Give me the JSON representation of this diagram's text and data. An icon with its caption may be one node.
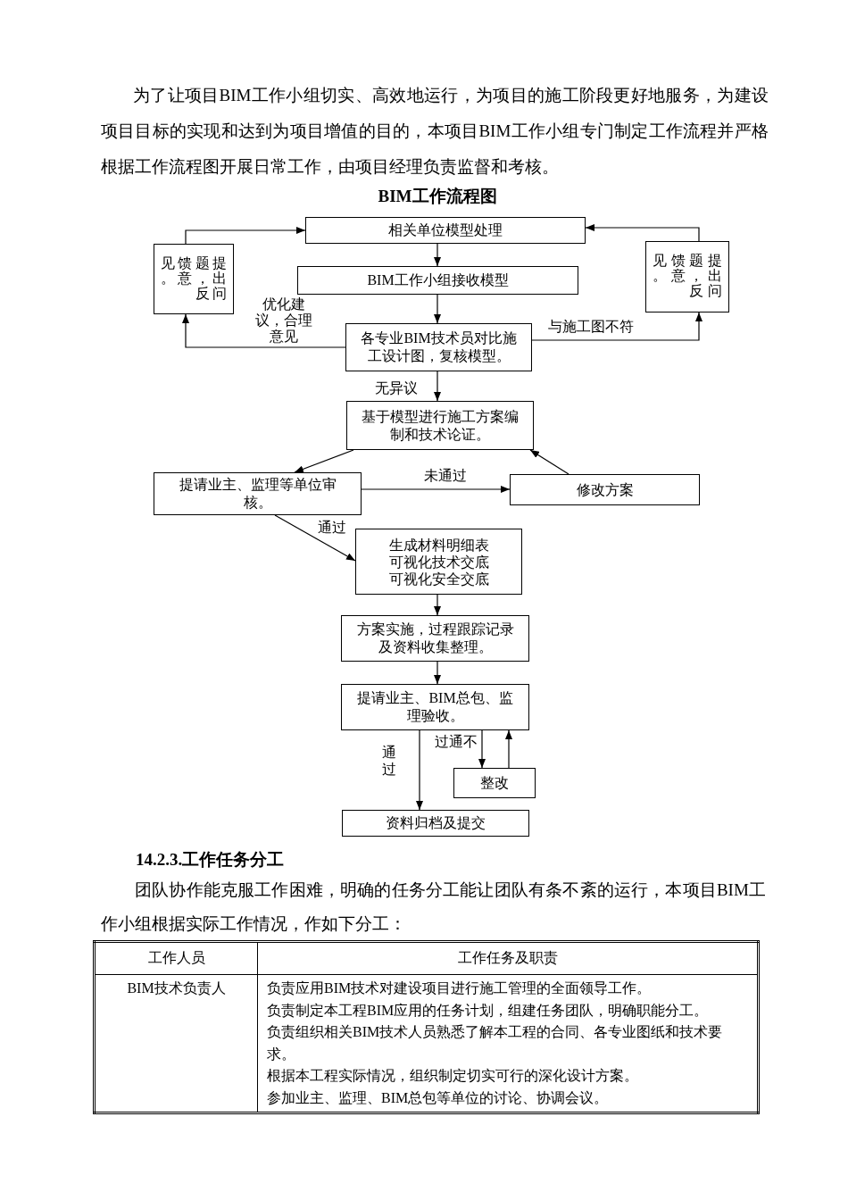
{
  "diagram": {
    "title": "BIM工作流程图",
    "nodes": [
      {
        "text": [
          "相关单位模型处理"
        ]
      },
      {
        "text": [
          "提出问题，反馈意见。"
        ]
      },
      {
        "text": [
          "提出问题，反馈意见。"
        ]
      },
      {
        "text": [
          "BIM工作小组接收模型"
        ]
      },
      {
        "text": [
          "各专业BIM技术员对比施工设计图，复核模型。"
        ]
      },
      {
        "text": [
          "基于模型进行施工方案编制和技术论证。"
        ]
      },
      {
        "text": [
          "提请业主、监理等单位审核。"
        ]
      },
      {
        "text": [
          "修改方案"
        ]
      },
      {
        "text": [
          "生成材料明细表",
          "可视化技术交底",
          "可视化安全交底"
        ]
      },
      {
        "text": [
          "方案实施，过程跟踪记录及资料收集整理。"
        ]
      },
      {
        "text": [
          "提请业主、BIM总包、监理验收。"
        ]
      },
      {
        "text": [
          "整改"
        ]
      },
      {
        "text": [
          "资料归档及提交"
        ]
      }
    ],
    "edges": [
      {
        "from": 1,
        "to": 0,
        "arrow": "to"
      },
      {
        "from": 2,
        "to": 0,
        "arrow": "to"
      },
      {
        "from": 0,
        "to": 3,
        "arrow": "to"
      },
      {
        "from": 3,
        "to": 4,
        "arrow": "to"
      },
      {
        "from": 4,
        "to": 1,
        "arrow": "to",
        "label": "优化建议，合理意见"
      },
      {
        "from": 4,
        "to": 2,
        "arrow": "to",
        "label": "与施工图不符"
      },
      {
        "from": 4,
        "to": 5,
        "arrow": "to",
        "label": "无异议"
      },
      {
        "from": 5,
        "to": 6,
        "arrow": "to"
      },
      {
        "from": 6,
        "to": 7,
        "arrow": "to",
        "label": "未通过"
      },
      {
        "from": 7,
        "to": 5,
        "arrow": "to"
      },
      {
        "from": 6,
        "to": 8,
        "arrow": "to",
        "label": "通过"
      },
      {
        "from": 8,
        "to": 9,
        "arrow": "to"
      },
      {
        "from": 9,
        "to": 10,
        "arrow": "to"
      },
      {
        "from": 10,
        "to": 12,
        "arrow": "to",
        "label": "通过"
      },
      {
        "from": 10,
        "to": 11,
        "arrow": "to",
        "label": "过通不"
      },
      {
        "from": 11,
        "to": 10,
        "arrow": "to"
      }
    ],
    "labels": [
      "为了让项目BIM工作小组切实、高效地运行，为项目的施工阶段更好地服务，为建设项目目标的实现和达到为项目增值的目的，本项目BIM工作小组专门制定工作流程并严格根据工作流程图开展日常工作，由项目经理负责监督和考核。",
      "14.2.3.工作任务分工",
      "团队协作能克服工作困难，明确的任务分工能让团队有条不紊的运行，本项目BIM工作小组根据实际工作情况，作如下分工：",
      "工作人员",
      "工作任务及职责",
      "BIM技术负责人",
      "负责应用BIM技术对建设项目进行施工管理的全面领导工作。",
      "负责制定本工程BIM应用的任务计划，组建任务团队，明确职能分工。",
      "负责组织相关BIM技术人员熟悉了解本工程的合同、各专业图纸和技术要求。",
      "根据本工程实际情况，组织制定切实可行的深化设计方案。",
      "参加业主、监理、BIM总包等单位的讨论、协调会议。"
    ]
  }
}
